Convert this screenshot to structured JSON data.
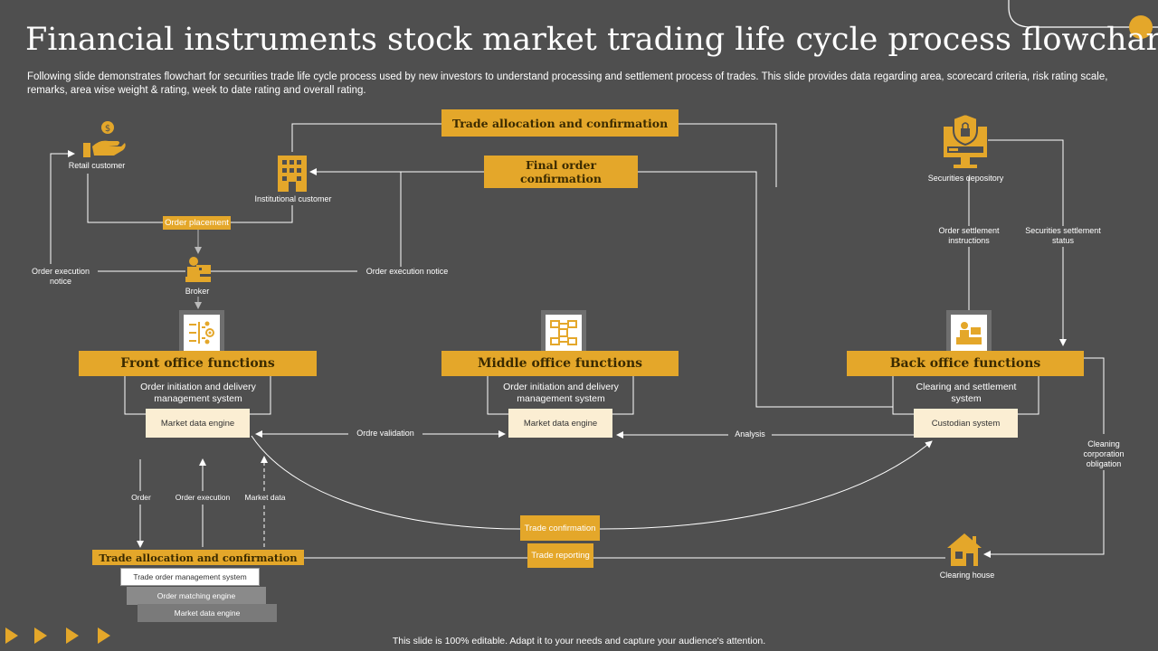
{
  "title": "Financial instruments stock market trading life cycle process flowchart",
  "subtitle": "Following slide demonstrates flowchart for securities trade life cycle process used by new investors to understand processing and settlement process of trades. This slide provides data regarding area, scorecard criteria, risk rating scale, remarks, area wise weight & rating, week to date rating and overall rating.",
  "top": {
    "trade_allocation": "Trade allocation and confirmation",
    "final_order": "Final order confirmation"
  },
  "nodes": {
    "retail_customer": "Retail customer",
    "institutional_customer": "Institutional  customer",
    "order_placement": "Order placement",
    "broker": "Broker",
    "order_exec_notice_left": "Order execution notice",
    "order_exec_notice_mid": "Order execution notice",
    "securities_depository": "Securities depository",
    "order_settlement": "Order settlement instructions",
    "securities_settlement_status": "Securities settlement status",
    "clearing_house": "Clearing house",
    "cleaning_corp": "Cleaning corporation obligation"
  },
  "front": {
    "header": "Front office functions",
    "desc": "Order initiation  and delivery management  system",
    "engine": "Market data engine"
  },
  "middle": {
    "header": "Middle office functions",
    "desc": "Order initiation  and delivery management  system",
    "engine": "Market data engine"
  },
  "back": {
    "header": "Back office functions",
    "desc": "Clearing and settlement system",
    "engine": "Custodian system"
  },
  "flows": {
    "order_validation": "Ordre validation",
    "analysis": "Analysis",
    "order": "Order",
    "order_execution": "Order execution",
    "market_data": "Market data",
    "trade_confirmation": "Trade confirmation",
    "trade_reporting": "Trade reporting"
  },
  "bottom": {
    "header": "Trade allocation and confirmation",
    "items": [
      "Trade order management system",
      "Order matching engine",
      "Market data engine"
    ]
  },
  "footer": "This slide is 100% editable.  Adapt it to your needs and capture your audience's attention.",
  "colors": {
    "accent": "#e4a72a",
    "background": "#4f4f4f",
    "cream": "#fbeed3"
  }
}
